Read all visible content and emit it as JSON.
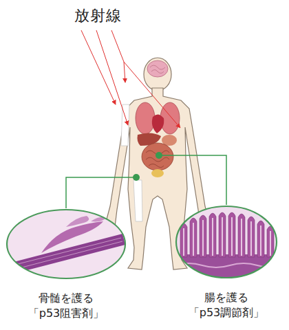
{
  "diagram": {
    "title": "放射線",
    "nodes": [
      {
        "text": [
          "骨髄を護る 「p53阻害剤」"
        ]
      },
      {
        "text": [
          "腸を護る 「p53調節剤」"
        ]
      }
    ]
  }
}
